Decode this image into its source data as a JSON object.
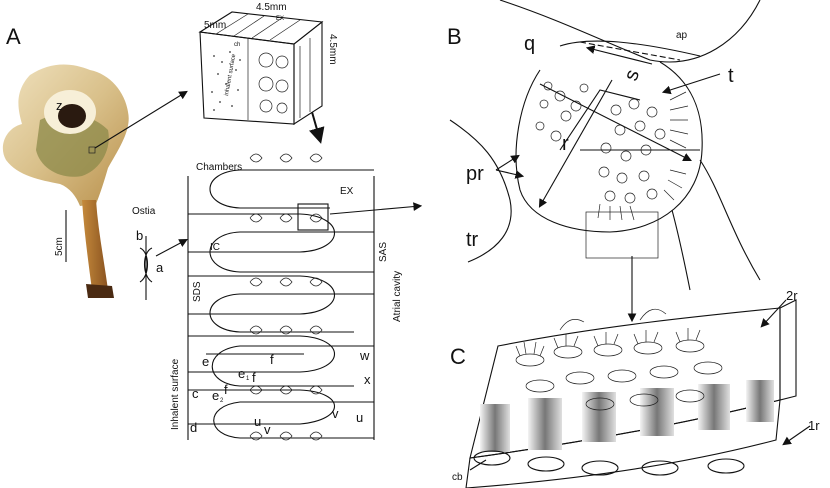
{
  "panels": {
    "a": "A",
    "b": "B",
    "c": "C"
  },
  "panel_a": {
    "photo": {
      "cavity": "z",
      "scale": "5cm"
    },
    "cube": {
      "dim_top": "4.5mm",
      "dim_left": "5mm",
      "dim_side": "4.5mm",
      "face_label": "inhalent surface",
      "top_labels": [
        "ch",
        "EX"
      ]
    },
    "section": {
      "chambers": "Chambers",
      "ex": "EX",
      "ic": "IC",
      "sds": "SDS",
      "sas": "SAS",
      "atrial_cavity": "Atrial cavity",
      "inhalent_surface": "Inhalent surface",
      "ostia": "Ostia",
      "letters": {
        "a": "a",
        "b": "b",
        "c": "c",
        "d": "d",
        "e": "e",
        "f": "f",
        "e1": "e",
        "f1": "f",
        "e2": "e",
        "f2": "f",
        "u": "u",
        "v": "v",
        "u1": "u",
        "v1": "v",
        "w": "w",
        "x": "x"
      },
      "subs": {
        "s1": "1",
        "s2": "2"
      }
    }
  },
  "panel_b": {
    "q": "q",
    "s": "s",
    "t": "t",
    "r": "r",
    "pr": "pr",
    "tr": "tr",
    "ap": "ap"
  },
  "panel_c": {
    "r2": "2r",
    "r1": "1r",
    "cb": "cb"
  }
}
